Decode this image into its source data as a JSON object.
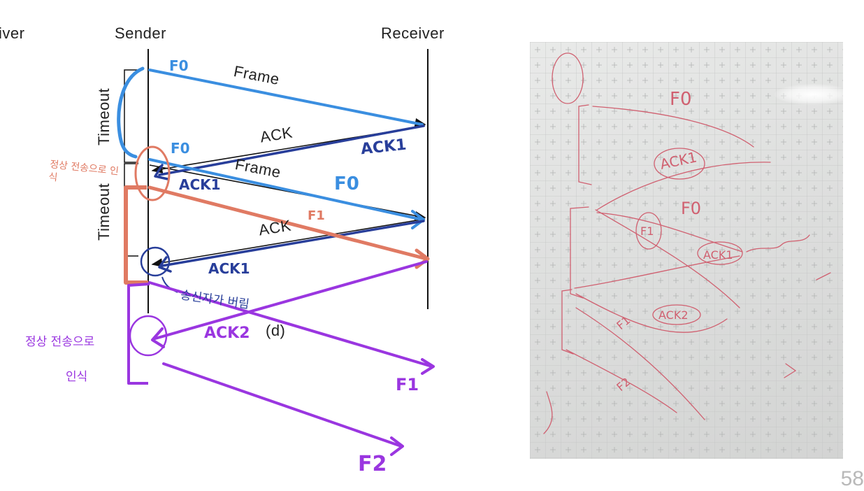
{
  "diagram": {
    "left_partial_label": "iver",
    "sender_label": "Sender",
    "receiver_label": "Receiver",
    "frame_label_1": "Frame",
    "ack_label_1": "ACK",
    "frame_label_2": "Frame",
    "ack_label_2": "ACK",
    "timeout_label_1": "Timeout",
    "timeout_label_2": "Timeout",
    "d_label": "(d)"
  },
  "annotations": {
    "f0_a": "F0",
    "f0_b": "F0",
    "f0_c": "F0",
    "f1_orange": "F1",
    "ack1_a": "ACK1",
    "ack1_b": "ACK1",
    "ack1_c": "ACK1",
    "ack2": "ACK2",
    "f1_purple": "F1",
    "f2_purple": "F2",
    "korean_orange": "정상 전송으로 인식",
    "korean_blue": "송신자가 버림",
    "korean_purple_1": "정상 전송으로",
    "korean_purple_2": "인식"
  },
  "whiteboard_photo": {
    "texts": [
      "F0",
      "ACK1",
      "F0",
      "F1",
      "ACK1",
      "ACK2",
      "F1",
      "F2"
    ]
  },
  "page_number": "58",
  "colors": {
    "blue": "#3a8ee0",
    "dark_blue": "#283e9a",
    "orange": "#e07a63",
    "purple": "#9a36e0",
    "whiteboard_red": "#d06070"
  }
}
